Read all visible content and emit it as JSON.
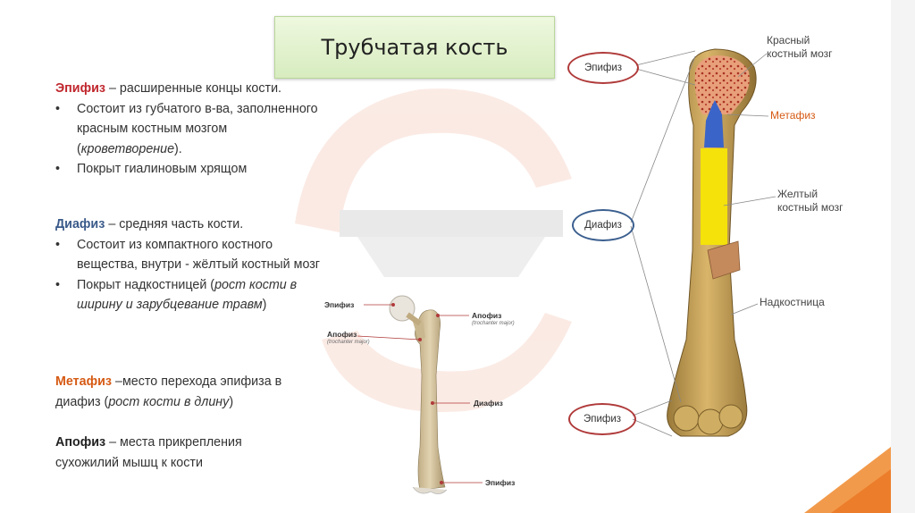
{
  "title": "Трубчатая кость",
  "epiphysis": {
    "term": "Эпифиз",
    "def": " – расширенные концы кости.",
    "bullet1": "Состоит из губчатого в-ва, заполненного красным костным мозгом (",
    "bullet1_italic": "кроветворение",
    "bullet1_end": ").",
    "bullet2": " Покрыт гиалиновым хрящом"
  },
  "diaphysis": {
    "term": "Диафиз",
    "def": " – средняя часть кости.",
    "bullet1": "Состоит из компактного костного вещества, внутри - жёлтый костный мозг",
    "bullet2": "Покрыт надкостницей (",
    "bullet2_italic": "рост кости в ширину и зарубцевание травм",
    "bullet2_end": ")"
  },
  "metaphysis": {
    "term": "Метафиз",
    "def": " –место перехода эпифиза в диафиз (",
    "def_italic": "рост кости в длину",
    "def_end": ")"
  },
  "apophysis": {
    "term": "Апофиз",
    "def": " – места прикрепления сухожилий мышц к кости"
  },
  "small_diagram": {
    "epiphysis_top": "Эпифиз",
    "apophysis_left": "Апофиз",
    "apophysis_left_sub": "(trochanter major)",
    "apophysis_right": "Апофиз",
    "apophysis_right_sub": "(trochanter major)",
    "diaphysis": "Диафиз",
    "epiphysis_bottom": "Эпифиз"
  },
  "large_diagram": {
    "epiphysis_top": "Эпифиз",
    "diaphysis": "Диафиз",
    "epiphysis_bottom": "Эпифиз",
    "red_marrow": "Красный костный мозг",
    "metaphysis": "Метафиз",
    "yellow_marrow": "Желтый костный мозг",
    "periosteum": "Надкостница"
  }
}
